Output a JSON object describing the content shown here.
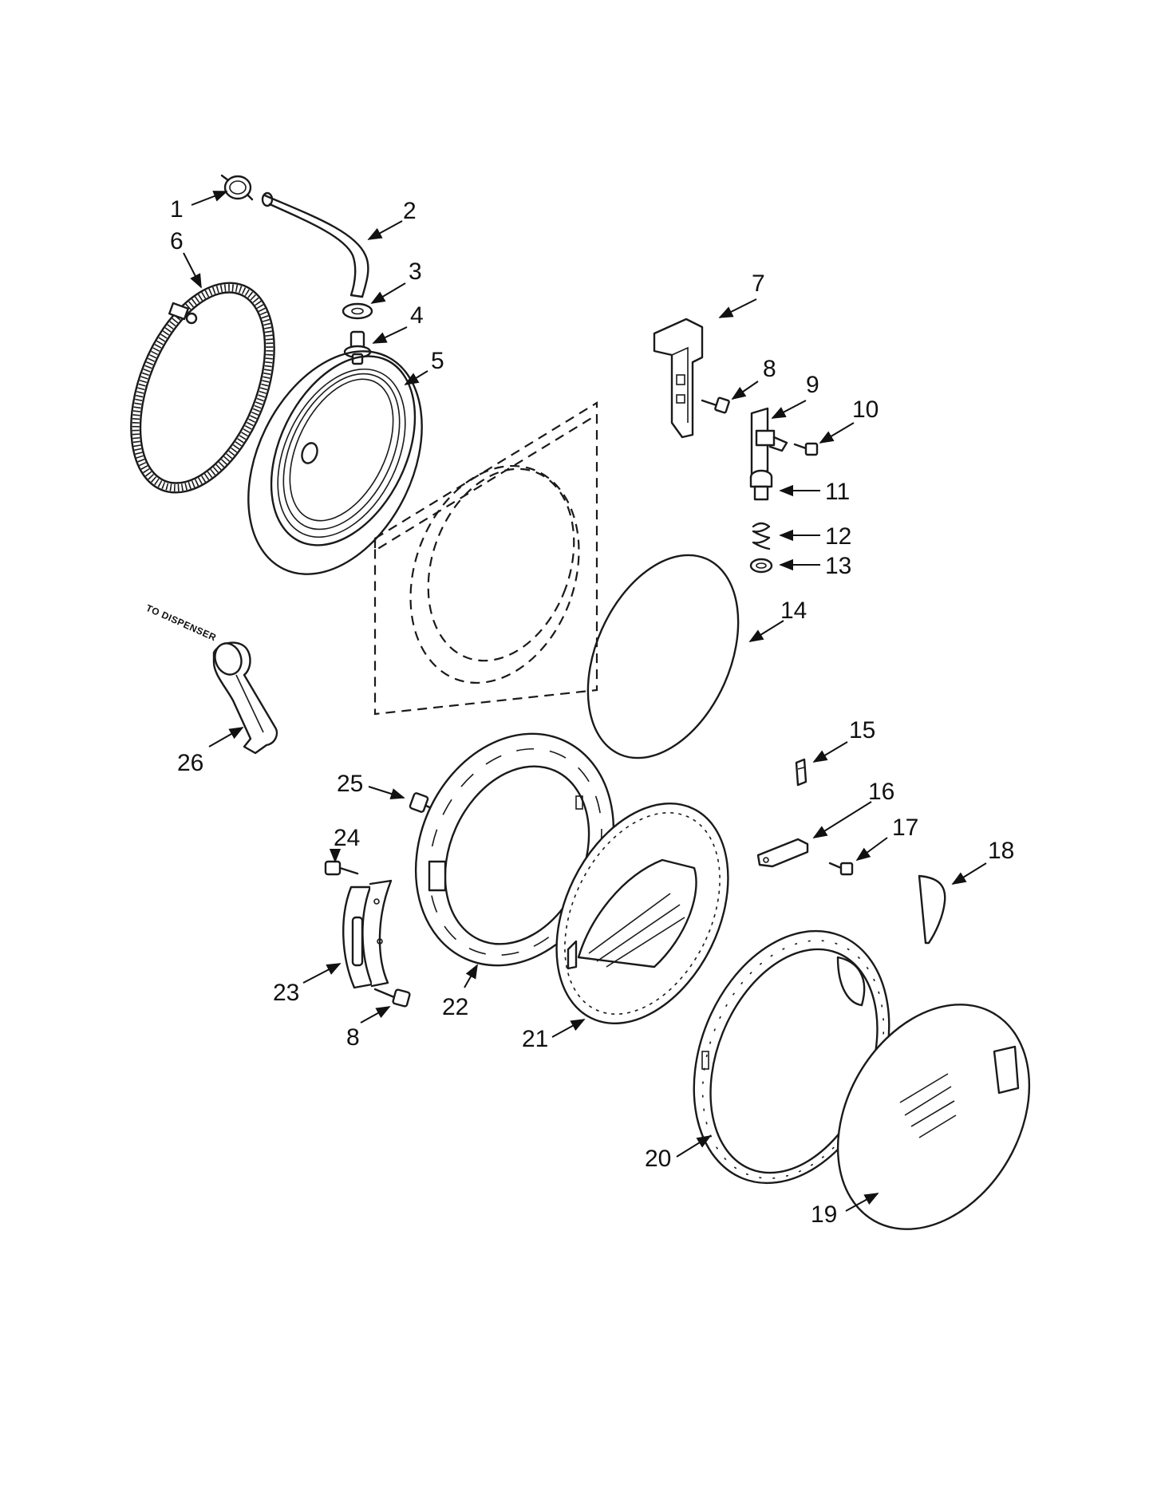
{
  "diagram": {
    "note": "TO DISPENSER",
    "callouts": [
      "1",
      "2",
      "3",
      "4",
      "5",
      "6",
      "7",
      "8",
      "9",
      "10",
      "11",
      "12",
      "13",
      "14",
      "15",
      "16",
      "17",
      "18",
      "19",
      "20",
      "21",
      "22",
      "23",
      "24",
      "25",
      "26",
      "8"
    ]
  },
  "colors": {
    "line": "#1a1a1a",
    "background": "#ffffff"
  }
}
